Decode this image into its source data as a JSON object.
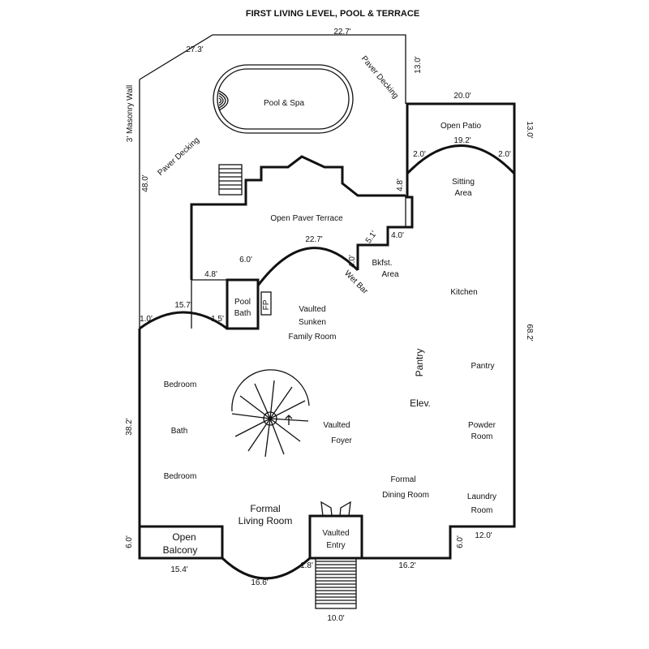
{
  "title": "FIRST LIVING LEVEL, POOL & TERRACE",
  "rooms": {
    "pool_spa": "Pool & Spa",
    "paver_decking_1": "Paver Decking",
    "paver_decking_2": "Paver Decking",
    "masonry_wall": "3' Masonry Wall",
    "open_patio": "Open Patio",
    "sitting_1": "Sitting",
    "sitting_2": "Area",
    "terrace": "Open Paver Terrace",
    "bkfst_1": "Bkfst.",
    "bkfst_2": "Area",
    "wet_bar": "Wet Bar",
    "kitchen": "Kitchen",
    "pool_bath_1": "Pool",
    "pool_bath_2": "Bath",
    "fp": "FP",
    "family_1": "Vaulted",
    "family_2": "Sunken",
    "family_3": "Family Room",
    "pantry_vertical": "Pantry",
    "pantry": "Pantry",
    "bedroom_1": "Bedroom",
    "bath": "Bath",
    "bedroom_2": "Bedroom",
    "elev": "Elev.",
    "foyer_1": "Vaulted",
    "foyer_2": "Foyer",
    "powder_1": "Powder",
    "powder_2": "Room",
    "dining_1": "Formal",
    "dining_2": "Dining Room",
    "laundry_1": "Laundry",
    "laundry_2": "Room",
    "living_1": "Formal",
    "living_2": "Living Room",
    "entry_1": "Vaulted",
    "entry_2": "Entry",
    "balcony_1": "Open",
    "balcony_2": "Balcony"
  },
  "dimensions": {
    "d_27_3": "27.3'",
    "d_22_7_top": "22.7'",
    "d_13_0_top": "13.0'",
    "d_20_0": "20.0'",
    "d_13_0_right": "13.0'",
    "d_2_0_left": "2.0'",
    "d_19_2": "19.2'",
    "d_2_0_right": "2.0'",
    "d_48_0": "48.0'",
    "d_4_8_right": "4.8'",
    "d_5_1": "5.1'",
    "d_4_0_h": "4.0'",
    "d_22_7_mid": "22.7'",
    "d_6_0_mid": "6.0'",
    "d_4_8_left": "4.8'",
    "d_4_0_v": "4.0'",
    "d_15_7": "15.7'",
    "d_1_0": "1.0'",
    "d_1_5": "1.5'",
    "d_68_2": "68.2'",
    "d_38_2": "38.2'",
    "d_6_0_left": "6.0'",
    "d_15_4": "15.4'",
    "d_16_6": "16.6'",
    "d_1_8": "1.8'",
    "d_16_2": "16.2'",
    "d_6_0_right": "6.0'",
    "d_12_0": "12.0'",
    "d_10_0": "10.0'"
  }
}
